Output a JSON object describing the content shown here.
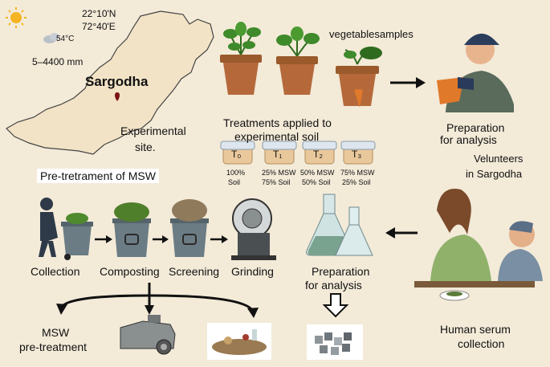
{
  "map": {
    "coords_lat": "22°10'N",
    "coords_lon": "72°40'E",
    "temperature": "54°C",
    "rainfall": "5–4400 mm",
    "city": "Sargodha",
    "site_label_1": "Experimental",
    "site_label_2": "site."
  },
  "vegetables": {
    "label": "vegetablesamples"
  },
  "prep_top": {
    "line1": "Preparation",
    "line2": "for analysis"
  },
  "treatments": {
    "title1": "Treatments applied to",
    "title2": "experimental soil",
    "jars": [
      {
        "id": "T₀",
        "line1": "100%",
        "line2": "Soil"
      },
      {
        "id": "T₁",
        "line1": "25% MSW",
        "line2": "75% Soil"
      },
      {
        "id": "T₂",
        "line1": "50% MSW",
        "line2": "50% Soil"
      },
      {
        "id": "T₃",
        "line1": "75% MSW",
        "line2": "25% Soil"
      }
    ]
  },
  "volunteers": {
    "line1": "Velunteers",
    "line2": "in Sargodha"
  },
  "pretreatment_title": "Pre-tretrament of MSW",
  "steps": [
    "Collection",
    "Composting",
    "Screening",
    "Grinding"
  ],
  "prep_mid": {
    "line1": "Preparation",
    "line2": "for analysis"
  },
  "msw": {
    "line1": "MSW",
    "line2": "pre-treatment"
  },
  "serum": {
    "line1": "Human serum",
    "line2": "collection"
  }
}
